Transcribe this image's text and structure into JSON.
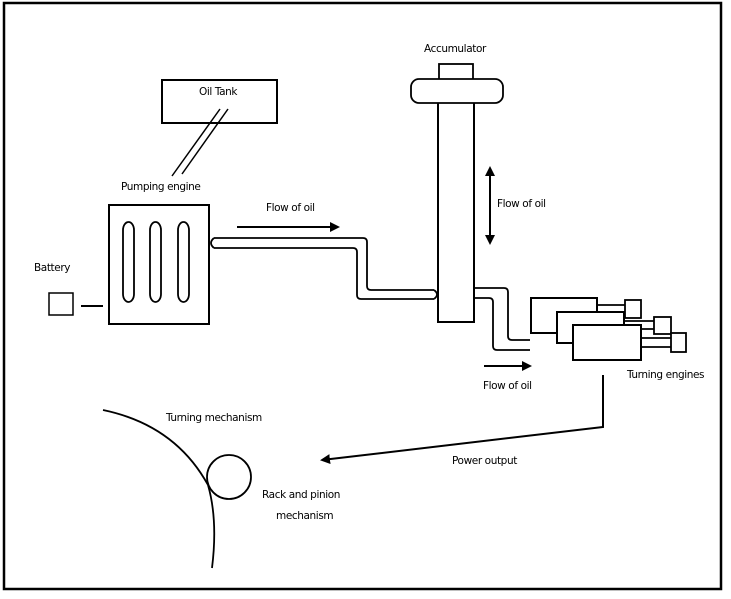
{
  "diagram": {
    "title": "Hydraulic steering system",
    "labels": {
      "oil_tank": "Oil Tank",
      "pumping_engine": "Pumping engine",
      "battery": "Battery",
      "accumulator": "Accumulator",
      "flow_pipe": "Flow of oil",
      "flow_accumulator": "Flow of oil",
      "flow_engines": "Flow of oil",
      "turning_engines": "Turning engines",
      "power_output": "Power output",
      "turning_mechanism": "Turning mechanism",
      "rack_pinion_line1": "Rack and pinion",
      "rack_pinion_line2": "mechanism"
    },
    "components": [
      {
        "id": "oil-tank",
        "name": "Oil Tank"
      },
      {
        "id": "pumping-engine",
        "name": "Pumping engine",
        "slots": 3
      },
      {
        "id": "battery",
        "name": "Battery"
      },
      {
        "id": "accumulator",
        "name": "Accumulator"
      },
      {
        "id": "turning-engines",
        "name": "Turning engines",
        "count": 3
      },
      {
        "id": "turning-mechanism",
        "name": "Turning mechanism"
      },
      {
        "id": "rack-and-pinion",
        "name": "Rack and pinion mechanism"
      }
    ],
    "connections": [
      {
        "from": "Oil Tank",
        "to": "Pumping engine",
        "kind": "pipe"
      },
      {
        "from": "Battery",
        "to": "Pumping engine",
        "kind": "wire"
      },
      {
        "from": "Pumping engine",
        "to": "Accumulator",
        "kind": "pipe",
        "label": "Flow of oil"
      },
      {
        "from": "Accumulator",
        "to": "Turning engines",
        "kind": "pipe",
        "label": "Flow of oil"
      },
      {
        "from": "Turning engines",
        "to": "Rack and pinion mechanism",
        "kind": "arrow",
        "label": "Power output"
      }
    ],
    "colors": {
      "stroke": "#000000",
      "background": "#ffffff"
    }
  }
}
